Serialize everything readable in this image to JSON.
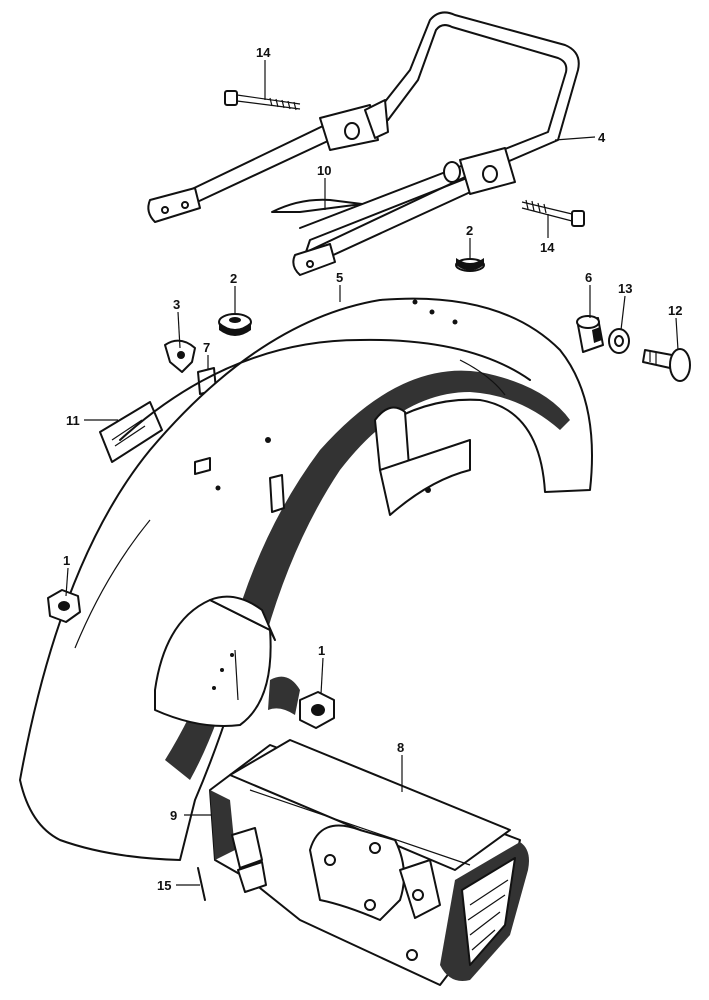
{
  "callouts": {
    "c1a": "1",
    "c1b": "1",
    "c2a": "2",
    "c2b": "2",
    "c3": "3",
    "c4": "4",
    "c5": "5",
    "c6": "6",
    "c7": "7",
    "c8": "8",
    "c9": "9",
    "c10": "10",
    "c11": "11",
    "c12": "12",
    "c13": "13",
    "c14a": "14",
    "c14b": "14",
    "c15": "15"
  },
  "icons": {
    "grab_rail": "grab-rail-icon",
    "rear_fender": "rear-fender-icon",
    "tail_light": "tail-light-icon",
    "bolt": "bolt-icon",
    "grommet": "grommet-icon",
    "nut": "nut-icon",
    "washer": "washer-icon"
  }
}
